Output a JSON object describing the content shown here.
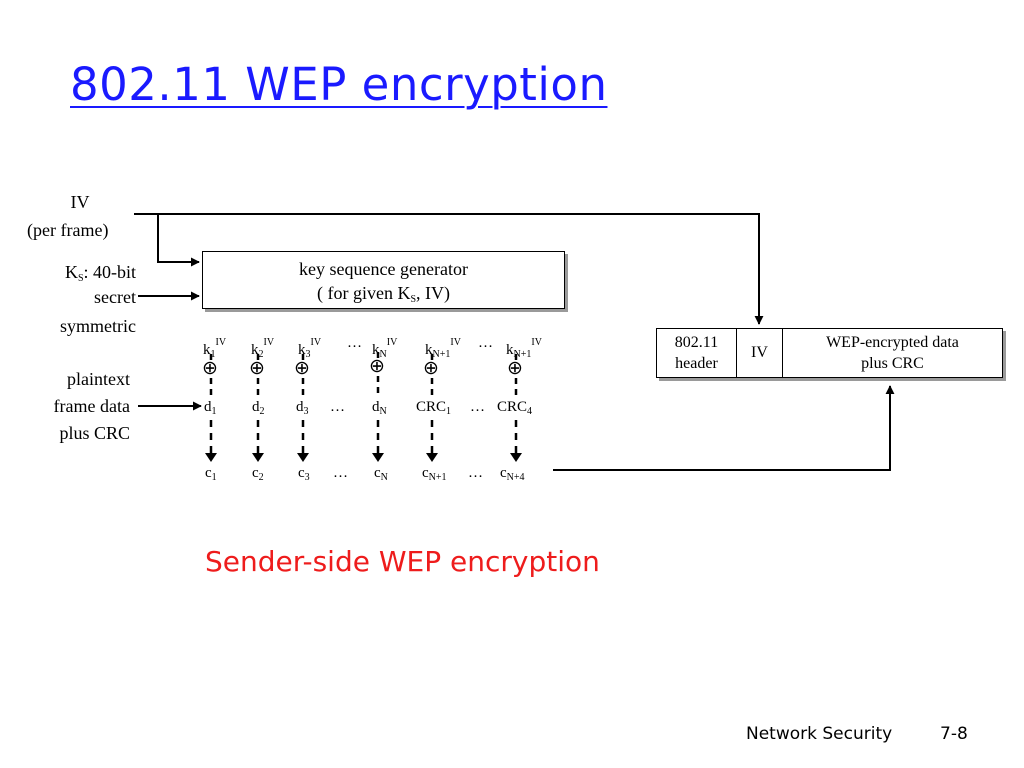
{
  "title": "802.11 WEP encryption",
  "subtitle": "Sender-side WEP encryption",
  "footer": {
    "section": "Network Security",
    "page": "7-8"
  },
  "labels": {
    "iv": "IV",
    "per_frame": "(per frame)",
    "ks": "K",
    "ks_sub": "S",
    "ks_rest": ": 40-bit",
    "secret": "secret",
    "symmetric": "symmetric",
    "plaintext": "plaintext",
    "frame_data": "frame data",
    "plus_crc": "plus CRC"
  },
  "keygen": {
    "line1": "key sequence generator",
    "line2_pre": "( for given K",
    "line2_sub": "S",
    "line2_post": ", IV)"
  },
  "frame": {
    "header_l1": "802.11",
    "header_l2": "header",
    "iv": "IV",
    "data_l1": "WEP-encrypted data",
    "data_l2": "plus CRC"
  },
  "xor_symbol": "⊕",
  "ellipsis": "…",
  "keys": [
    {
      "base": "k",
      "sub": "1",
      "sup": "IV"
    },
    {
      "base": "k",
      "sub": "2",
      "sup": "IV"
    },
    {
      "base": "k",
      "sub": "3",
      "sup": "IV"
    },
    {
      "base": "k",
      "sub": "N",
      "sup": "IV"
    },
    {
      "base": "k",
      "sub": "N+1",
      "sup": "IV"
    },
    {
      "base": "k",
      "sub": "N+1",
      "sup": "IV"
    }
  ],
  "plaintext_symbols": [
    {
      "base": "d",
      "sub": "1"
    },
    {
      "base": "d",
      "sub": "2"
    },
    {
      "base": "d",
      "sub": "3"
    },
    {
      "base": "d",
      "sub": "N"
    },
    {
      "base": "CRC",
      "sub": "1"
    },
    {
      "base": "CRC",
      "sub": "4"
    }
  ],
  "ciphertext_symbols": [
    {
      "base": "c",
      "sub": "1"
    },
    {
      "base": "c",
      "sub": "2"
    },
    {
      "base": "c",
      "sub": "3"
    },
    {
      "base": "c",
      "sub": "N"
    },
    {
      "base": "c",
      "sub": "N+1"
    },
    {
      "base": "c",
      "sub": "N+4"
    }
  ]
}
